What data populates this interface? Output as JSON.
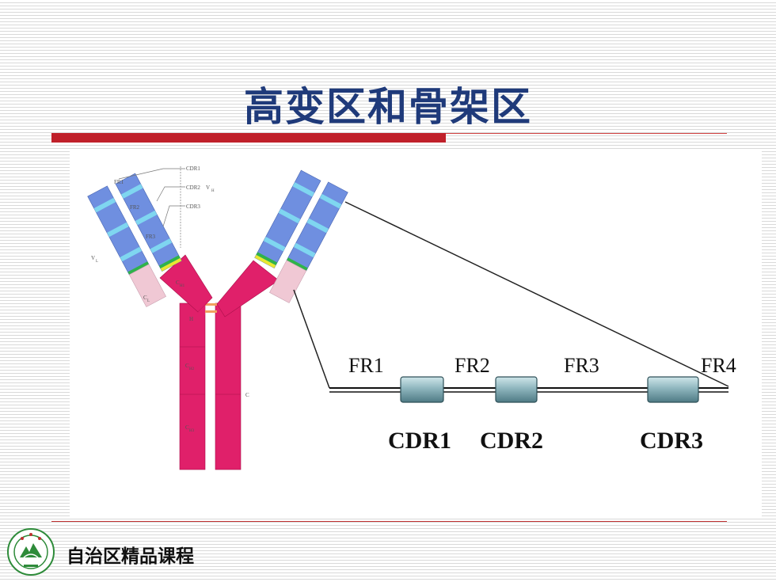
{
  "slide": {
    "title": "高变区和骨架区",
    "footer": "自治区精品课程"
  },
  "diagram": {
    "antibody_labels": {
      "cdr1": "CDR1",
      "cdr2": "CDR2",
      "cdr3": "CDR3",
      "vh": "V",
      "vh_sub": "H",
      "fr1": "FR1",
      "fr2": "FR2",
      "fr3": "FR3",
      "vl": "V",
      "vl_sub": "L",
      "cl": "C",
      "cl_sub": "L",
      "ch1": "C",
      "ch1_sub": "H1",
      "hinge": "H",
      "ch2": "C",
      "ch2_sub": "H2",
      "ch3": "C",
      "ch3_sub": "H3",
      "c_term": "C"
    },
    "strand_labels": {
      "fr1": "FR1",
      "fr2": "FR2",
      "fr3": "FR3",
      "fr4": "FR4",
      "cdr1": "CDR1",
      "cdr2": "CDR2",
      "cdr3": "CDR3"
    },
    "colors": {
      "variable": "#6f8fe0",
      "cdr_band": "#7fd6f0",
      "heavy_constant": "#e0206a",
      "light_constant": "#f0c8d4",
      "green_band": "#2fb34a",
      "yellow_band": "#e8e830"
    }
  },
  "logo": {
    "icon": "university-seal-icon"
  }
}
